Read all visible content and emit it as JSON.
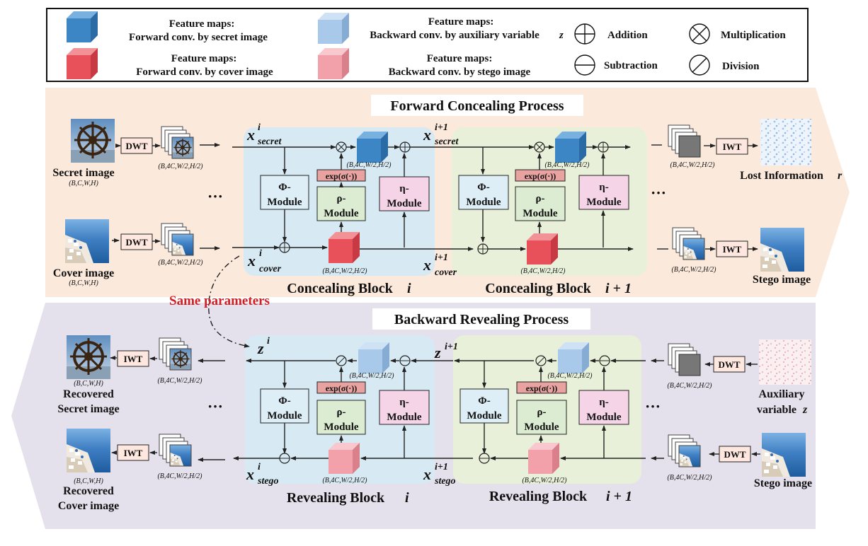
{
  "legend": {
    "fm_label": "Feature maps:",
    "blue": "Forward conv. by secret image",
    "red": "Forward conv. by cover image",
    "lightblue": "Backward conv. by auxiliary variable",
    "lightblue_var": "z",
    "pink": "Backward conv. by stego image",
    "addition": "Addition",
    "subtraction": "Subtraction",
    "multiplication": "Multiplication",
    "division": "Division"
  },
  "forward": {
    "title": "Forward Concealing Process",
    "secret_image": "Secret image",
    "cover_image": "Cover image",
    "shape_image": "(B,C,W,H)",
    "shape_dwt": "(B,4C,W/2,H/2)",
    "dwt": "DWT",
    "iwt": "IWT",
    "lost_info": "Lost Information",
    "lost_info_var": "r",
    "stego_image": "Stego image",
    "block_i": "Concealing Block",
    "block_i1": "Concealing Block",
    "same_params": "Same parameters"
  },
  "backward": {
    "title": "Backward Revealing Process",
    "recovered_secret_1": "Recovered",
    "recovered_secret_2": "Secret image",
    "recovered_cover_1": "Recovered",
    "recovered_cover_2": "Cover image",
    "auxiliary_1": "Auxiliary",
    "auxiliary_2": "variable",
    "auxiliary_var": "z",
    "stego_image": "Stego image",
    "block_i": "Revealing Block",
    "block_i1": "Revealing Block"
  },
  "modules": {
    "phi": "Φ-",
    "rho": "ρ-",
    "eta": "η-",
    "module": "Module",
    "exp": "exp(σ(·))"
  },
  "vars": {
    "x": "x",
    "z": "z",
    "secret": "secret",
    "cover": "cover",
    "stego": "stego",
    "i": "i",
    "i1": "i+1",
    "block_idx_i": "i",
    "block_idx_i1": "i + 1"
  },
  "ellipsis": "···",
  "colors": {
    "forward_bg": "#fbe9dc",
    "backward_bg": "#e5e1ec",
    "block_blue": "#d7eaf4",
    "block_green": "#e9f0d9",
    "phi_fill": "#deeef7",
    "rho_fill": "#dbecd2",
    "eta_fill": "#f4d4e6",
    "exp_fill": "#e8a3a0",
    "dwt_fill": "#fde7df",
    "cube_blue": "#3d86c6",
    "cube_red": "#e8515a",
    "cube_lightblue": "#a9c9ea",
    "cube_pink": "#f2a0aa",
    "same_params_color": "#d11f24"
  }
}
